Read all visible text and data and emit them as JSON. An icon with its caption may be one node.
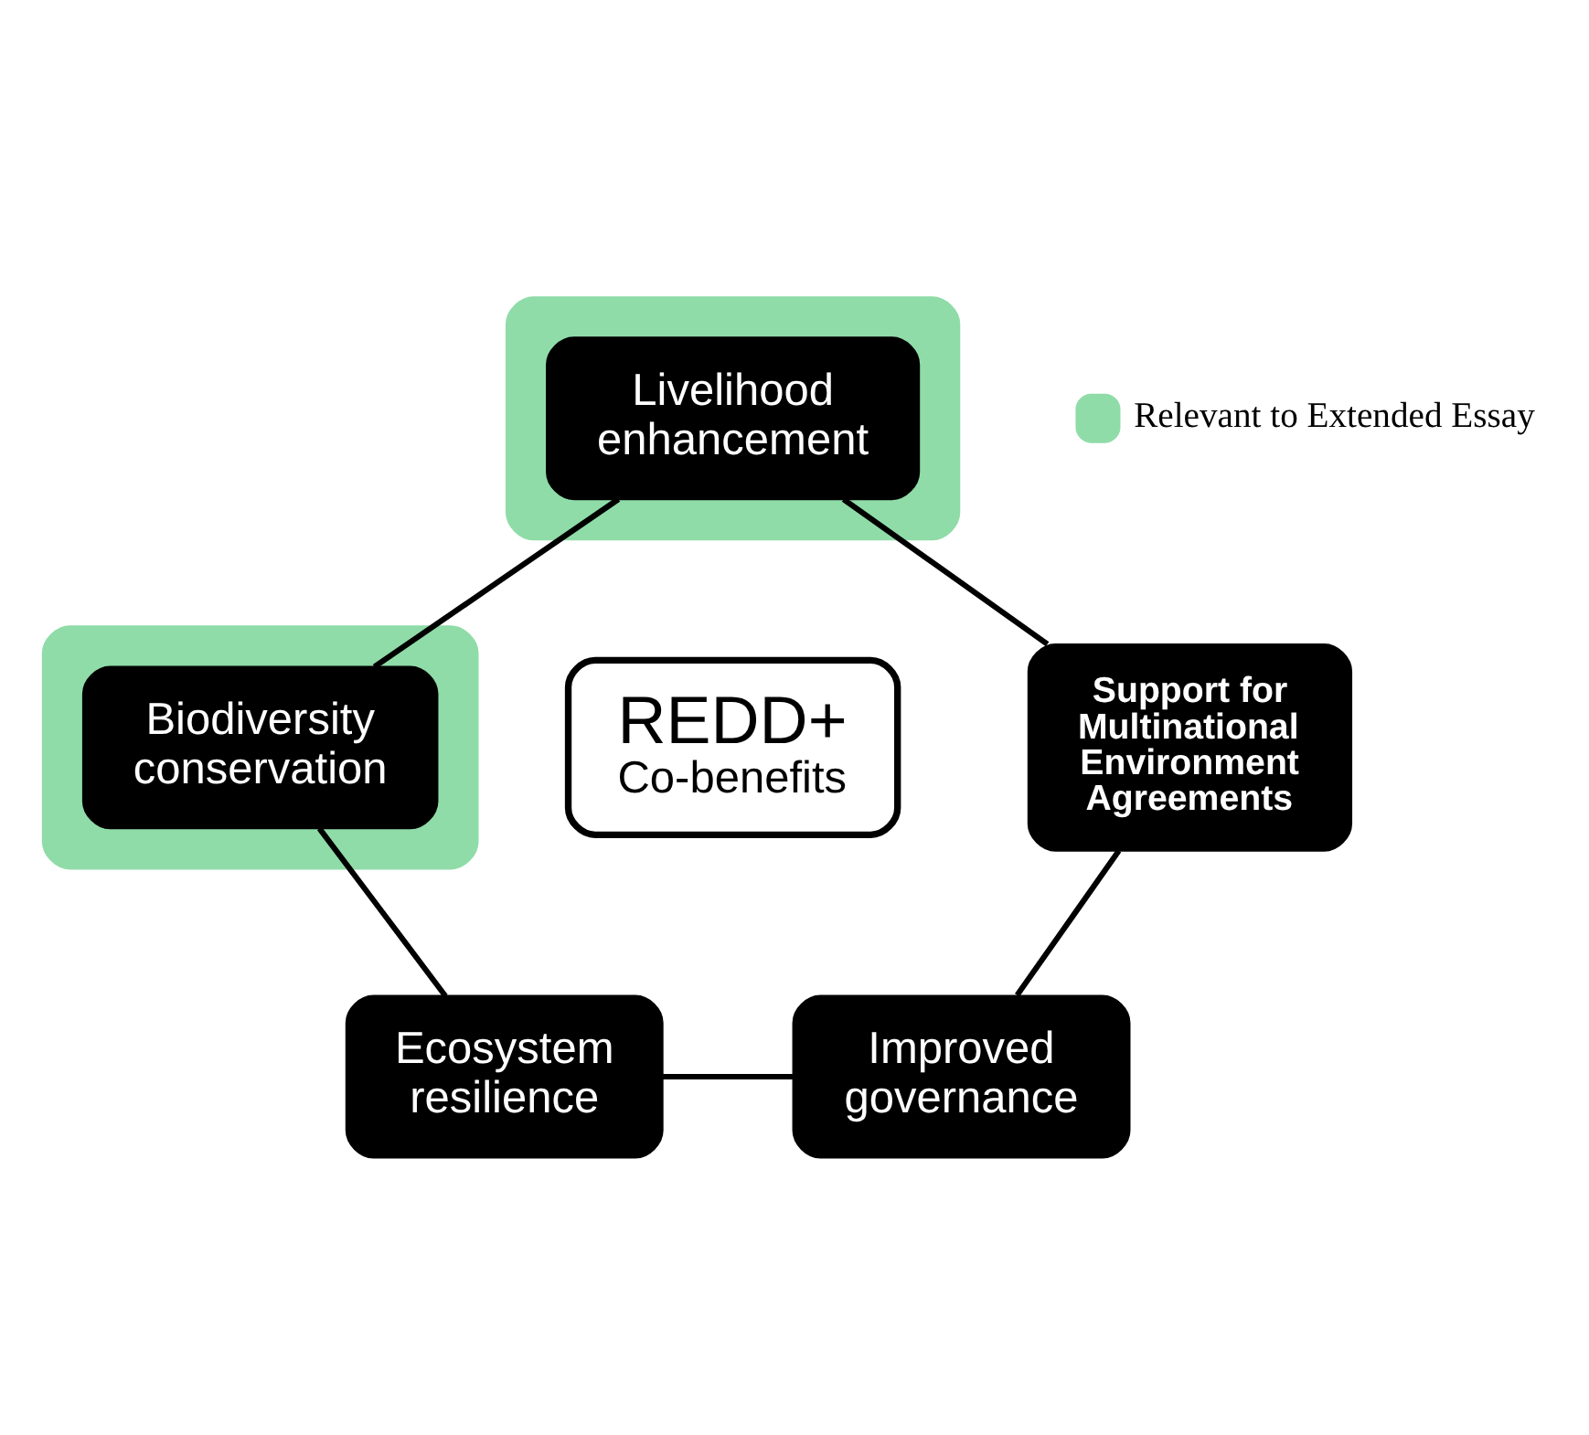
{
  "diagram": {
    "nodes": [
      {
        "text": [],
        "shape": "box"
      },
      {
        "text": [
          "Livelihood enhancement"
        ],
        "in": 0
      },
      {
        "text": [],
        "shape": "box"
      },
      {
        "text": [
          "Biodiversity conservation"
        ],
        "in": 2
      },
      {
        "text": [
          "Ecosystem resilience"
        ]
      },
      {
        "text": [
          "Improved governance"
        ]
      },
      {
        "text": [
          "Support for Multinational Environment Agreements"
        ]
      },
      {
        "text": [
          "REDD+",
          "Co-benefits"
        ]
      }
    ],
    "edges": [
      {
        "from": 1,
        "to": 3,
        "arrow": "none"
      },
      {
        "from": 3,
        "to": 4,
        "arrow": "none"
      },
      {
        "from": 4,
        "to": 5,
        "arrow": "none"
      },
      {
        "from": 5,
        "to": 6,
        "arrow": "none"
      },
      {
        "from": 6,
        "to": 1,
        "arrow": "none"
      }
    ],
    "legend": [
      {
        "text": "Relevant to Extended Essay",
        "color": "#8fdca8"
      }
    ]
  }
}
